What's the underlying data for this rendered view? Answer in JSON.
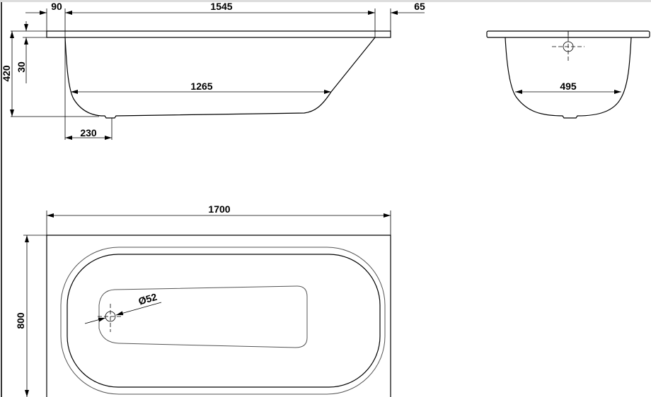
{
  "drawing": {
    "side_view": {
      "rim_overhang_left": "90",
      "inner_length_top": "1545",
      "rim_overhang_right": "65",
      "total_height": "420",
      "rim_thickness": "30",
      "floor_length": "1265",
      "drain_offset": "230"
    },
    "end_view": {
      "floor_width": "495"
    },
    "top_view": {
      "total_length": "1700",
      "total_width": "800",
      "drain_diameter": "Ø52"
    }
  }
}
